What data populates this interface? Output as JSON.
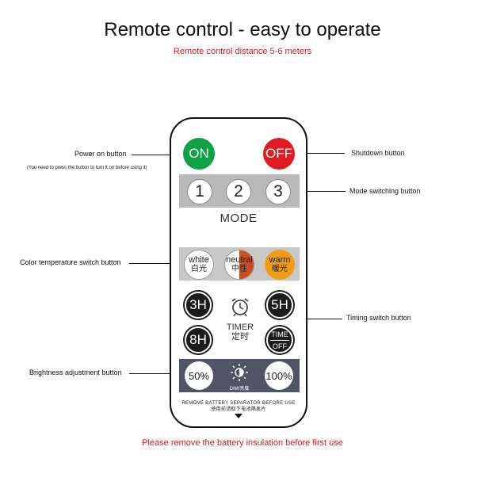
{
  "heading": {
    "title": "Remote control - easy to operate",
    "subtitle": "Remote control distance 5-6 meters"
  },
  "remote": {
    "on_label": "ON",
    "off_label": "OFF",
    "mode_buttons": [
      "1",
      "2",
      "3"
    ],
    "mode_label": "MODE",
    "cct": {
      "white": {
        "en": "white",
        "cn": "白光"
      },
      "neutral": {
        "en": "neutral",
        "cn": "中性"
      },
      "warm": {
        "en": "warm",
        "cn": "暖光"
      }
    },
    "timer": {
      "b3h": "3H",
      "b5h": "5H",
      "b8h": "8H",
      "time_off_top": "TIME",
      "time_off_bottom": "OFF",
      "label_en": "TIMER",
      "label_cn": "定时"
    },
    "dim": {
      "b50": "50%",
      "b100": "100%",
      "label": "DIM/亮度"
    },
    "remove_en": "REMOVE  BATTERY  SEPARATOR  BEFORE  USE",
    "remove_cn": "使用前请取下电池隔离片"
  },
  "callouts": {
    "power_on": "Power on button",
    "power_on_note": "(You need to press the button to turn it on before using it)",
    "shutdown": "Shutdown button",
    "mode_switching": "Mode switching button",
    "color_temp": "Color temperature switch button",
    "timing": "Timing switch button",
    "brightness": "Brightness adjustment button"
  },
  "footer": "Please remove the battery insulation before first use",
  "colors": {
    "on": "#10a046",
    "off": "#e01b22",
    "warm": "#ef9d15",
    "neutral_accent": "#cc4e1e",
    "dim_band": "#505466",
    "note_red": "#d21a1a"
  }
}
